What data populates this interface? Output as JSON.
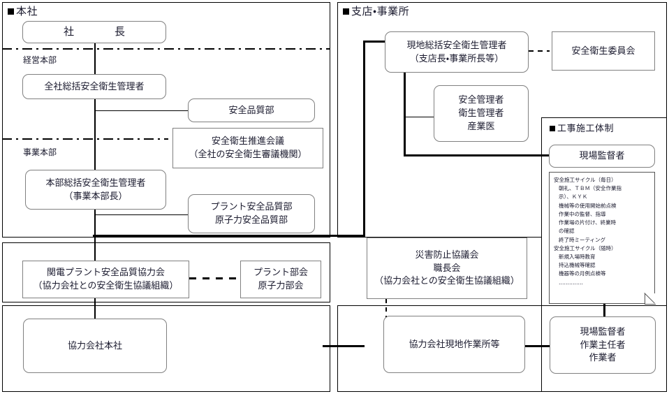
{
  "diagram": {
    "title_headquarters": "本社",
    "title_branch": "支店・事業所"
  },
  "headquarters": {
    "panel_label": "本社",
    "divider_labels": {
      "management": "経営本部",
      "business": "事業本部"
    },
    "nodes": {
      "president_a": "社",
      "president_b": "長",
      "company_general_manager": "全社総括安全衛生管理者",
      "safety_quality_dept": "安全品質部",
      "promotion_council_l1": "安全衛生推進会議",
      "promotion_council_l2": "（全社の安全衛生審議機関）",
      "hq_general_manager_l1": "本部総括安全衛生管理者",
      "hq_general_manager_l2": "（事業本部長）",
      "plant_dept_l1": "プラント安全品質部",
      "plant_dept_l2": "原子力安全品質部",
      "kanden_association_l1": "関電プラント安全品質協力会",
      "kanden_association_l2": "（協力会社との安全衛生協議組織）",
      "subcommittee_l1": "プラント部会",
      "subcommittee_l2": "原子力部会",
      "partner_head_office": "協力会社本社"
    }
  },
  "branch": {
    "panel_label": "支店・事業所",
    "nodes": {
      "local_general_manager_l1": "現地総括安全衛生管理者",
      "local_general_manager_l2": "（支店長・事業所長等）",
      "safety_health_committee": "安全衛生委員会",
      "managers_l1": "安全管理者",
      "managers_l2": "衛生管理者",
      "managers_l3": "産業医",
      "disaster_council_l1": "災害防止協議会",
      "disaster_council_l2": "職長会",
      "disaster_council_l3": "（協力会社との安全衛生協議組織）",
      "partner_local_office": "協力会社現地作業所等"
    }
  },
  "construction_system": {
    "panel_label": "工事施工体制",
    "site_supervisor": "現場監督者",
    "worker_box_l1": "現場監督者",
    "worker_box_l2": "作業主任者",
    "worker_box_l3": "作業者",
    "cycle_note": [
      "安全施工サイクル（毎日）",
      "朝礼、ＴＢＭ（安全作業指",
      "示）、ＫＹＫ",
      "機械等の使用開始前点検",
      "作業中の監督、指導",
      "作業場の片付け、終業時",
      "の確認",
      "終了時ミーティング",
      "安全施工サイクル（随時）",
      "新規入場時教育",
      "持込機械等確認",
      "機器等の月例点検等",
      "‥‥‥‥‥‥‥"
    ]
  },
  "colors": {
    "line": "#000000",
    "box_border": "#808080",
    "panel_border": "#000000",
    "text": "#1a1a2e",
    "background": "#ffffff"
  }
}
